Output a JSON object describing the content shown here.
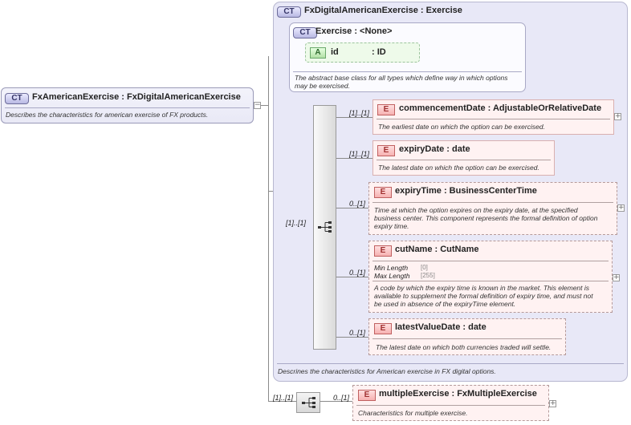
{
  "root": {
    "badge": "CT",
    "title": "FxAmericanExercise : FxDigitalAmericanExercise",
    "description": "Describes the characteristics for american exercise of FX products."
  },
  "base": {
    "badge": "CT",
    "title": "FxDigitalAmericanExercise : Exercise",
    "description": "Descrines the characteristics for American exercise in FX digital options."
  },
  "exercise": {
    "badge": "CT",
    "title": "Exercise : <None>",
    "description_line1": "The abstract base class for all types which define way in which options",
    "description_line2": "may be exercised.",
    "attribute": {
      "badge": "A",
      "name": "id",
      "type": ": ID"
    }
  },
  "sequence_card": "[1]..[1]",
  "elements": [
    {
      "badge": "E",
      "title": "commencementDate : AdjustableOrRelativeDate",
      "card": "[1]..[1]",
      "desc": [
        "The earliest date on which the option can be exercised."
      ],
      "expand": "+"
    },
    {
      "badge": "E",
      "title": "expiryDate : date",
      "card": "[1]..[1]",
      "desc": [
        "The latest date on which the option can be exercised."
      ]
    },
    {
      "badge": "E",
      "title": "expiryTime : BusinessCenterTime",
      "card": "0..[1]",
      "desc": [
        "Time at which the option expires on the expiry date, at the specified",
        "business center. This component represents the formal definition of option",
        "expiry time."
      ],
      "expand": "+"
    },
    {
      "badge": "E",
      "title": "cutName : CutName",
      "card": "0..[1]",
      "facets": [
        {
          "label": "Min Length",
          "value": "[0]"
        },
        {
          "label": "Max Length",
          "value": "[255]"
        }
      ],
      "desc": [
        "A code by which the expiry time is known in the market. This element is",
        "available to supplement the formal definition of expiry time, and must not",
        "be used in absence of the expiryTime element."
      ],
      "expand": "+"
    },
    {
      "badge": "E",
      "title": "latestValueDate : date",
      "card": "0..[1]",
      "desc": [
        "The latest date on which both currencies traded will settle."
      ]
    }
  ],
  "multiple": {
    "seq_card": "[1]..[1]",
    "card": "0..[1]",
    "badge": "E",
    "title": "multipleExercise : FxMultipleExercise",
    "desc": "Characteristics for multiple exercise.",
    "expand": "+"
  },
  "root_collapse": "−",
  "colors": {
    "complex_type": "#e8e8f7",
    "element": "#fff2f2",
    "attribute": "#eefaea"
  }
}
